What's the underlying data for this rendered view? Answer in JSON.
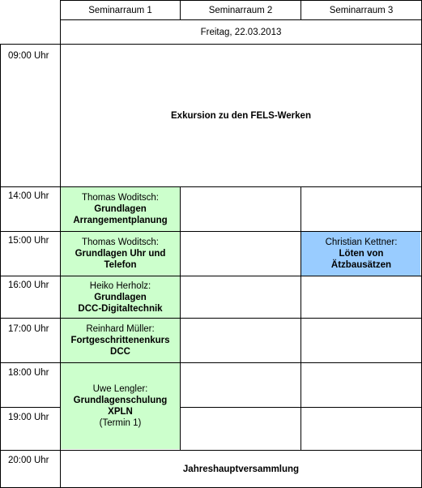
{
  "rooms": [
    "Seminarraum 1",
    "Seminarraum 2",
    "Seminarraum 3"
  ],
  "date": "Freitag, 22.03.2013",
  "times": [
    "09:00 Uhr",
    "14:00 Uhr",
    "15:00 Uhr",
    "16:00 Uhr",
    "17:00 Uhr",
    "18:00 Uhr",
    "19:00 Uhr",
    "20:00 Uhr"
  ],
  "events": {
    "excursion": "Exkursion zu den FELS-Werken",
    "s1_1400": {
      "speaker": "Thomas Woditsch:",
      "title1": "Grundlagen",
      "title2": "Arrangementplanung"
    },
    "s1_1500": {
      "speaker": "Thomas Woditsch:",
      "title1": "Grundlagen Uhr und",
      "title2": "Telefon"
    },
    "s3_1500": {
      "speaker": "Christian Kettner:",
      "title1": "Löten von",
      "title2": "Ätzbausätzen"
    },
    "s1_1600": {
      "speaker": "Heiko Herholz:",
      "title1": "Grundlagen",
      "title2": "DCC-Digitaltechnik"
    },
    "s1_1700": {
      "speaker": "Reinhard Müller:",
      "title1": "Fortgeschrittenenkurs",
      "title2": "DCC"
    },
    "s1_1800": {
      "speaker": "Uwe Lengler:",
      "title1": "Grundlagenschulung",
      "title2": "XPLN",
      "note": "(Termin 1)"
    },
    "assembly": "Jahreshauptversammlung"
  },
  "colors": {
    "green": "#ccffcc",
    "blue": "#99ccff",
    "border": "#000000"
  }
}
